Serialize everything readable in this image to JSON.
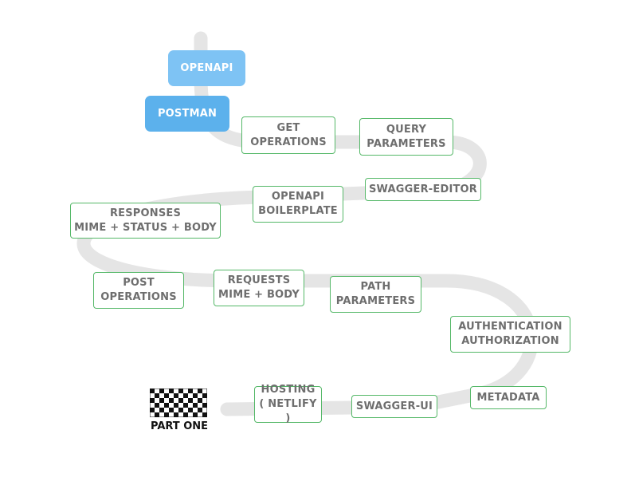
{
  "milestones": {
    "openapi": "OPENAPI",
    "postman": "POSTMAN",
    "get_operations": [
      "GET",
      "OPERATIONS"
    ],
    "query_parameters": [
      "QUERY",
      "PARAMETERS"
    ],
    "swagger_editor": "SWAGGER-EDITOR",
    "openapi_boilerplate": [
      "OPENAPI",
      "BOILERPLATE"
    ],
    "responses": [
      "RESPONSES",
      "MIME + STATUS + BODY"
    ],
    "post_operations": [
      "POST",
      "OPERATIONS"
    ],
    "requests": [
      "REQUESTS",
      "MIME + BODY"
    ],
    "path_parameters": [
      "PATH",
      "PARAMETERS"
    ],
    "auth": [
      "AUTHENTICATION",
      "AUTHORIZATION"
    ],
    "metadata": "METADATA",
    "swagger_ui": "SWAGGER-UI",
    "hosting": [
      "HOSTING",
      "( NETLIFY )"
    ]
  },
  "finish": {
    "label": "PART ONE",
    "icon": "checkered-flag-icon"
  },
  "colors": {
    "road": "#e5e5e5",
    "border_green": "#55b868",
    "text_gray": "#6e6e6e",
    "blue_light": "#7ec3f4",
    "blue": "#5cb1ec"
  }
}
